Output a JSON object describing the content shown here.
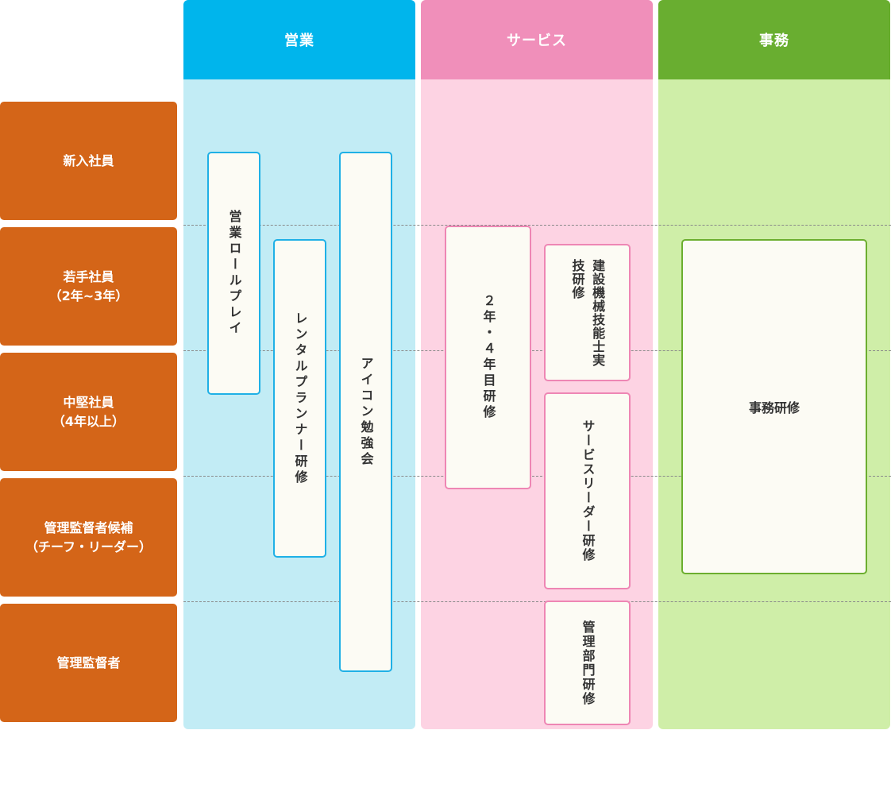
{
  "colors": {
    "sales_head": "#00b5ec",
    "sales_bg": "#c2ecf5",
    "sales_border": "#1fb0e6",
    "service_head": "#f08fba",
    "service_bg": "#fdd3e3",
    "service_border": "#ee86b4",
    "office_head": "#69ae30",
    "office_bg": "#cfeea8",
    "office_border": "#6cae2f",
    "row_label": "#d46518"
  },
  "columns": {
    "sales": "営業",
    "service": "サービス",
    "office": "事務"
  },
  "rows": {
    "new_employee": "新入社員",
    "young_employee": "若手社員\n（2年~3年）",
    "mid_employee": "中堅社員\n（4年以上）",
    "manager_candidate": "管理監督者候補\n（チーフ・リーダー）",
    "manager": "管理監督者"
  },
  "trainings": {
    "sales_roleplay": "営業ロールプレイ",
    "rental_planner": "レンタルプランナー研修",
    "icon_study": "アイコン勉強会",
    "year_2_4": "２年・４年目研修",
    "machinery_skills": "建設機械技能士実技研修",
    "service_leader": "サービスリーダー研修",
    "management_dept": "管理部門研修",
    "office_training": "事務研修"
  }
}
